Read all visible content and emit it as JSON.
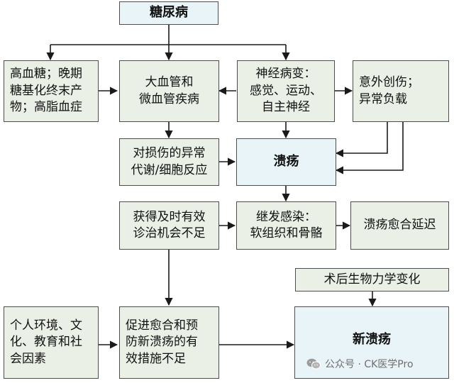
{
  "nodes": {
    "diabetes": "糖尿病",
    "hyperglycemia": "高血糖；晚期\n糖基化终末产\n物；高脂血症",
    "vascular": "大血管和\n微血管疾病",
    "neuropathy": "神经病变：\n感觉、运动、\n自主神经",
    "trauma": "意外创伤；\n异常负载",
    "abnormal_metabolism": "对损伤的异常\n代谢/细胞反应",
    "ulcer": "溃疡",
    "insufficient_treatment": "获得及时有效\n诊治机会不足",
    "infection": "继发感染：\n软组织和骨骼",
    "delayed_healing": "溃疡愈合延迟",
    "postop_biomech": "术后生物力学变化",
    "personal_factors": "个人环境、文\n化、教育和社\n会因素",
    "insufficient_measures": "促进愈合和预\n防新溃疡的有\n效措施不足",
    "new_ulcer": "新溃疡"
  },
  "watermark": "公众号 · CK医学Pro",
  "colors": {
    "box_fill": "#eaf0e6",
    "highlight_fill": "#e8f4f8",
    "border": "#4d4d4d",
    "arrow": "#1a1a1a"
  }
}
